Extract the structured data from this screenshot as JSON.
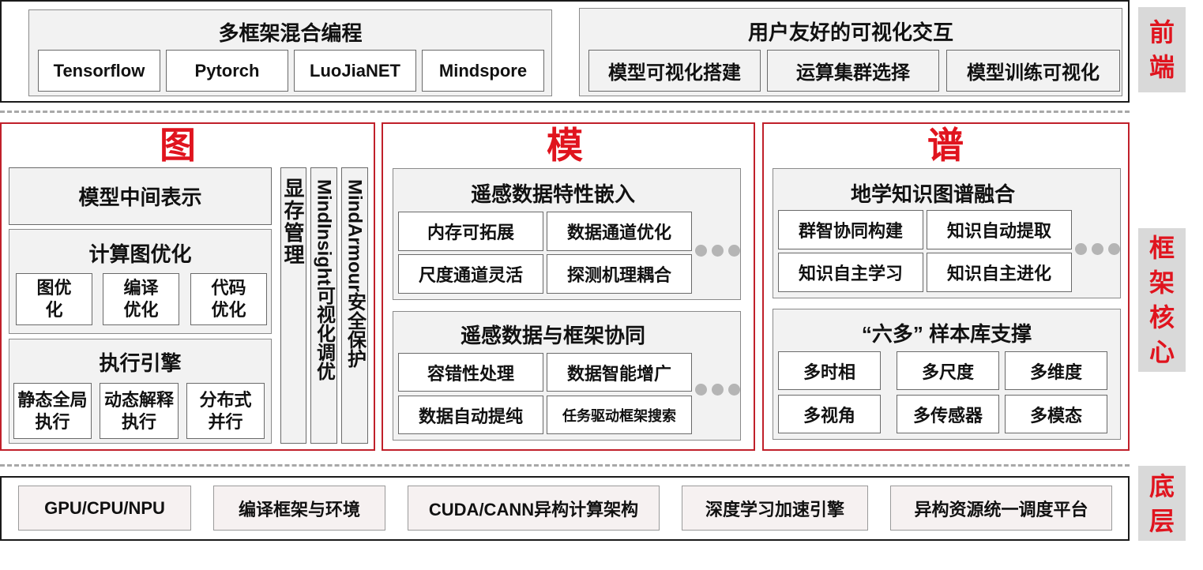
{
  "frontend": {
    "left_title": "多框架混合编程",
    "frameworks": [
      "Tensorflow",
      "Pytorch",
      "LuoJiaNET",
      "Mindspore"
    ],
    "right_title": "用户友好的可视化交互",
    "features": [
      "模型可视化搭建",
      "运算集群选择",
      "模型训练可视化"
    ],
    "tab": "前端"
  },
  "core": {
    "tab": "框架核心",
    "graph": {
      "heading": "图",
      "model_ir": "模型中间表示",
      "graph_opt_title": "计算图优化",
      "graph_opt_items": [
        "图优化",
        "编译优化",
        "代码优化"
      ],
      "exec_title": "执行引擎",
      "exec_items": [
        "静态全局执行",
        "动态解释执行",
        "分布式并行"
      ],
      "memory": "显存管理",
      "insight": "MindInsight可视化调优",
      "armour": "MindArmour安全保护"
    },
    "model": {
      "heading": "模",
      "box1_title": "遥感数据特性嵌入",
      "box1_items": [
        "内存可拓展",
        "数据通道优化",
        "尺度通道灵活",
        "探测机理耦合"
      ],
      "box2_title": "遥感数据与框架协同",
      "box2_items": [
        "容错性处理",
        "数据智能增广",
        "数据自动提纯",
        "任务驱动框架搜索"
      ]
    },
    "spectrum": {
      "heading": "谱",
      "box1_title": "地学知识图谱融合",
      "box1_items": [
        "群智协同构建",
        "知识自动提取",
        "知识自主学习",
        "知识自主进化"
      ],
      "box2_title": "“六多” 样本库支撑",
      "box2_items": [
        "多时相",
        "多尺度",
        "多维度",
        "多视角",
        "多传感器",
        "多模态"
      ]
    }
  },
  "bottom": {
    "tab": "底层",
    "items": [
      "GPU/CPU/NPU",
      "编译框架与环境",
      "CUDA/CANN异构计算架构",
      "深度学习加速引擎",
      "异构资源统一调度平台"
    ]
  },
  "colors": {
    "accent_red": "#e0141e",
    "frame_red": "#c0202a",
    "tab_gray": "#d9d9d9",
    "box_gray": "#f2f2f2"
  }
}
